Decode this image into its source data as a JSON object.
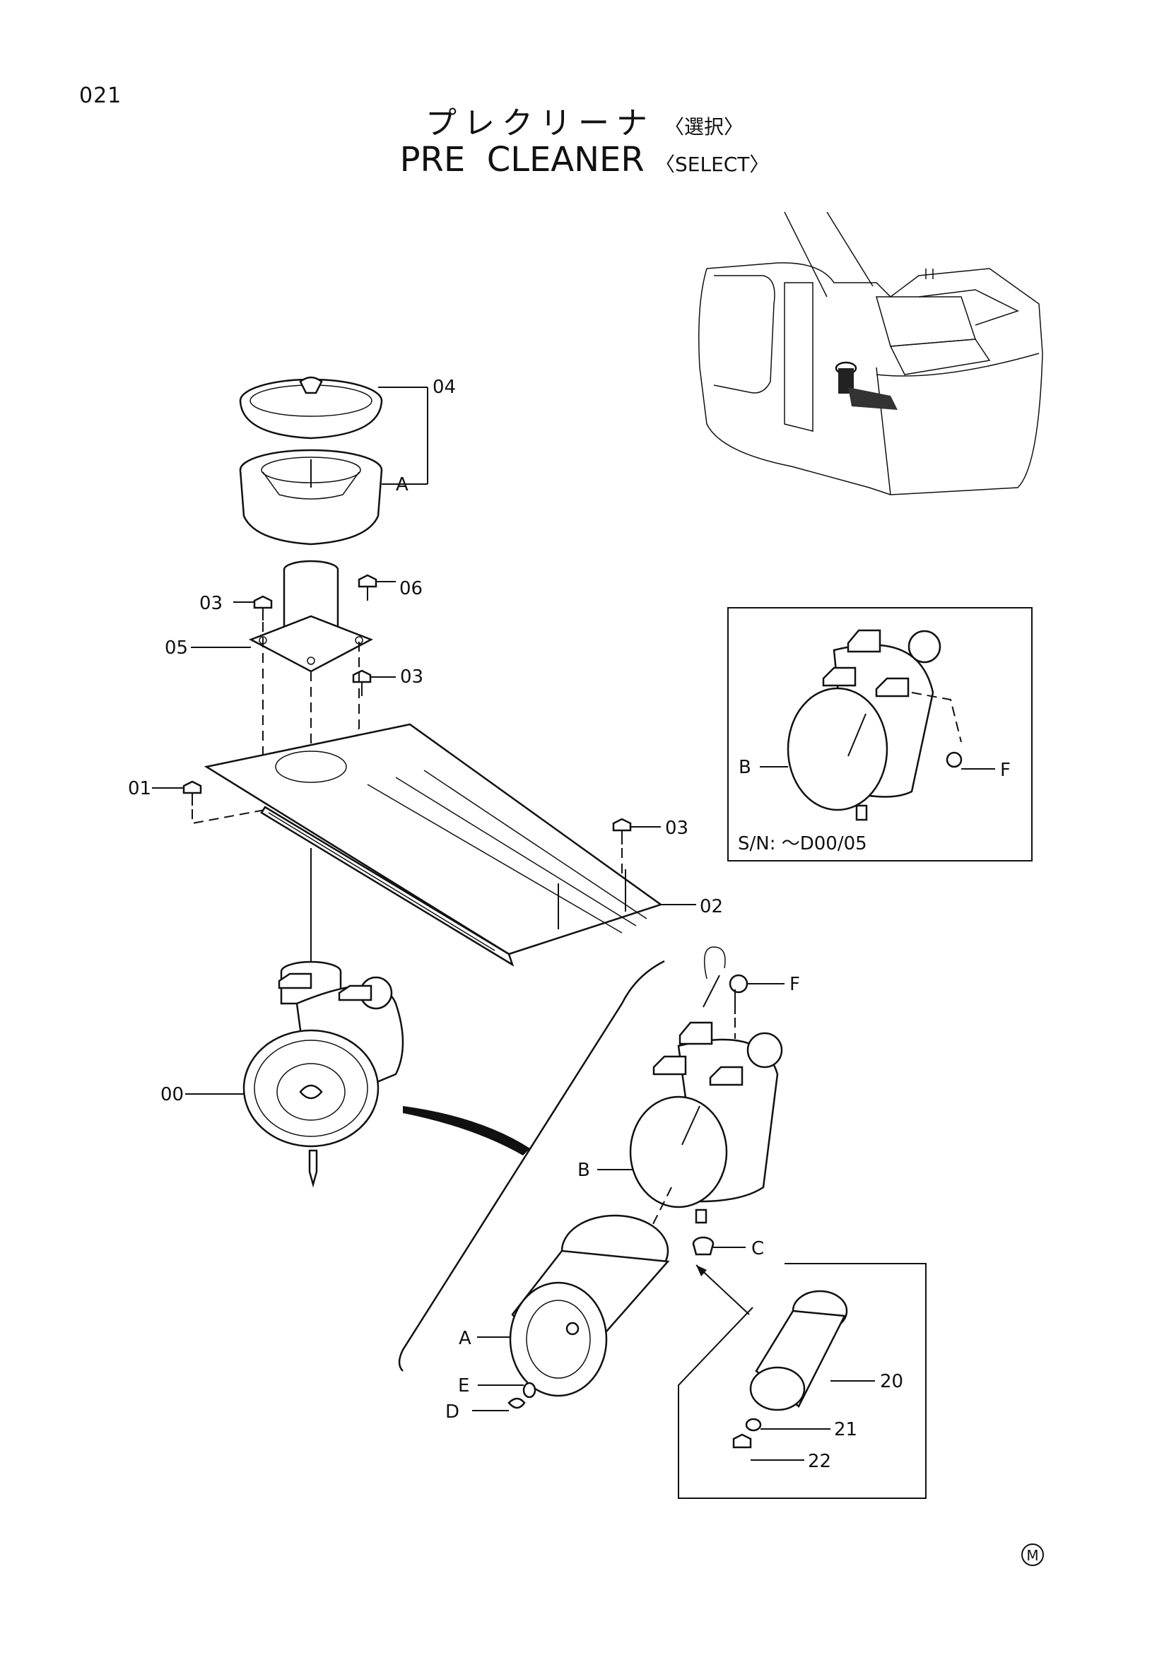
{
  "page_number": "021",
  "title_jp": {
    "main": "プレクリーナ",
    "select": "〈選択〉"
  },
  "title_en": {
    "main": "PRE  CLEANER",
    "select": "〈SELECT〉"
  },
  "serial_note": "S/N: ～D00/05",
  "callouts": {
    "c04": "04",
    "cA1": "A",
    "c03a": "03",
    "c06": "06",
    "c05": "05",
    "c03b": "03",
    "c01": "01",
    "c03c": "03",
    "c02": "02",
    "c00": "00",
    "cB1": "B",
    "cF1": "F",
    "cF2": "F",
    "cB2": "B",
    "cC": "C",
    "cA2": "A",
    "cE": "E",
    "cD": "D",
    "c20": "20",
    "c21": "21",
    "c22": "22"
  },
  "maker_mark": "M"
}
